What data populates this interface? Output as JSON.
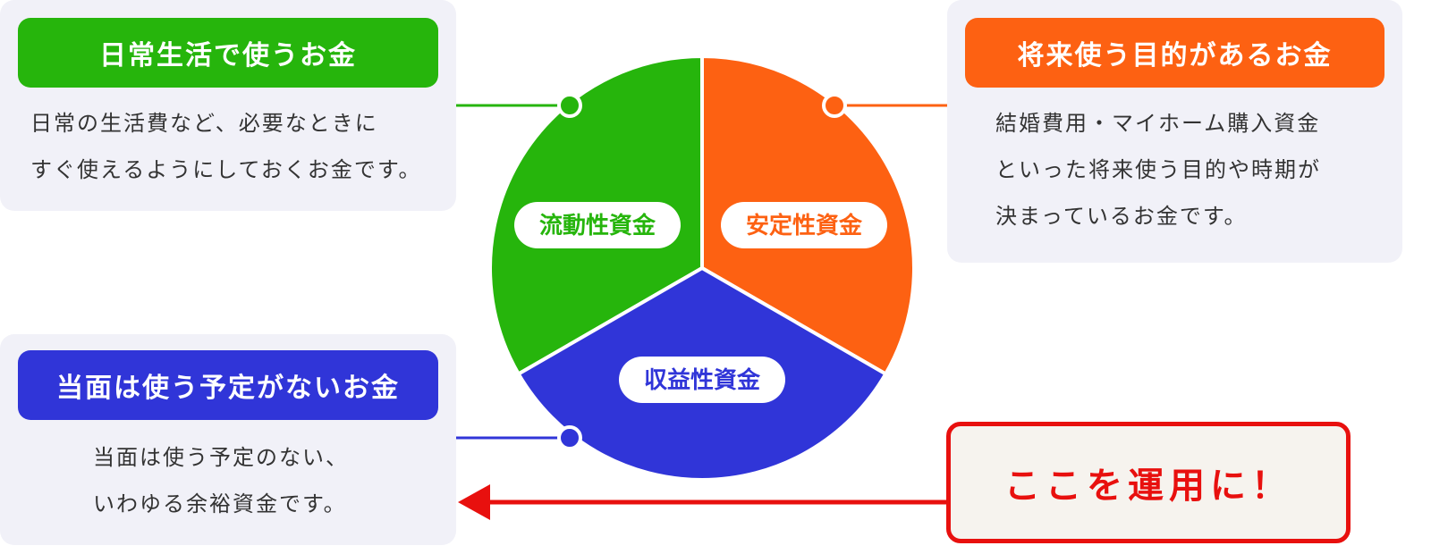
{
  "cards": {
    "daily": {
      "title": "日常生活で使うお金",
      "lines": [
        "日常の生活費など、必要なときに",
        "すぐ使えるようにしておくお金です。"
      ]
    },
    "future": {
      "title": "将来使う目的があるお金",
      "lines": [
        "結婚費用・マイホーム購入資金",
        "といった将来使う目的や時期が",
        "決まっているお金です。"
      ]
    },
    "idle": {
      "title": "当面は使う予定がないお金",
      "lines": [
        "当面は使う予定のない、",
        "いわゆる余裕資金です。"
      ]
    }
  },
  "chart_data": {
    "type": "pie",
    "segments": [
      {
        "label": "流動性資金",
        "value": 1,
        "color": "#26b50c"
      },
      {
        "label": "安定性資金",
        "value": 1,
        "color": "#fd6112"
      },
      {
        "label": "収益性資金",
        "value": 1,
        "color": "#3035d8"
      }
    ]
  },
  "callout": {
    "label": "ここを運用に！",
    "color": "#e8100e"
  }
}
